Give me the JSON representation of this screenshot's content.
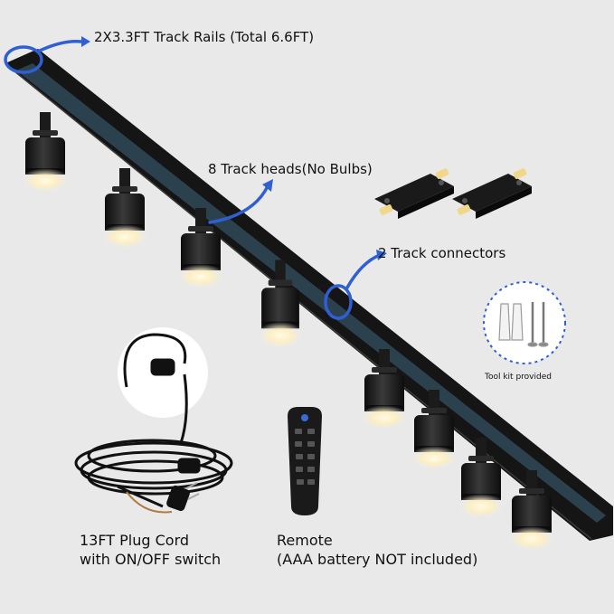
{
  "labels": {
    "rails": "2X3.3FT Track Rails (Total 6.6FT)",
    "heads": "8 Track heads(No Bulbs)",
    "connectors": "2 Track connectors",
    "toolkit": "Tool kit provided",
    "cord_line1": "13FT Plug Cord",
    "cord_line2": "with ON/OFF switch",
    "remote_line1": "Remote",
    "remote_line2": "(AAA battery NOT included)"
  },
  "colors": {
    "background": "#e9e9ea",
    "accent_arrow": "#2f5fd0",
    "rail": "#151515",
    "rail_inner": "#2f4a58",
    "fixture": "#1b1b1b",
    "bulb_glow": "#fff6d8",
    "connector_tab": "#f0d78c"
  },
  "icons": [
    "track-rail-icon",
    "track-head-icon",
    "track-connector-icon",
    "screw-anchor-icon",
    "plug-cord-icon",
    "remote-control-icon",
    "arrow-icon"
  ]
}
